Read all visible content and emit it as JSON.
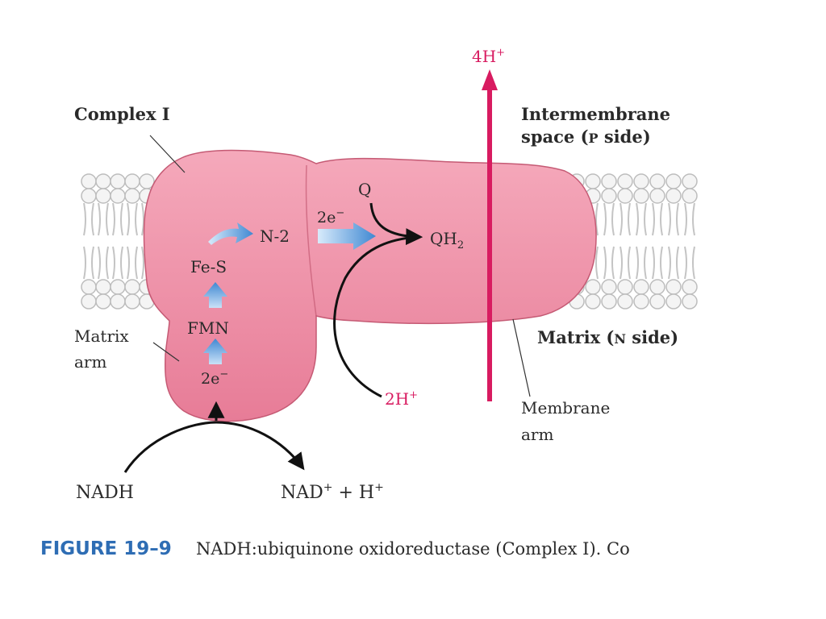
{
  "labels": {
    "complex": "Complex I",
    "intermembrane_line1": "Intermembrane",
    "intermembrane_line2": "space (",
    "intermembrane_p": "P",
    "intermembrane_end": " side)",
    "matrix_n_prefix": "Matrix (",
    "matrix_n_letter": "N",
    "matrix_n_suffix": " side)",
    "matrix_arm_line1": "Matrix",
    "matrix_arm_line2": "arm",
    "membrane_arm_line1": "Membrane",
    "membrane_arm_line2": "arm",
    "proton_out": "4H",
    "proton_out_sup": "+",
    "proton_in": "2H",
    "proton_in_sup": "+",
    "q": "Q",
    "qh2": "QH",
    "qh2_sub": "2",
    "n2": "N-2",
    "electrons_top": "2e",
    "electrons_top_sup": "−",
    "electrons_bottom": "2e",
    "electrons_bottom_sup": "−",
    "fes": "Fe-S",
    "fmn": "FMN",
    "nadh": "NADH",
    "nad_plus": "NAD",
    "nad_plus_sup": "+",
    "plus_h": " + H",
    "plus_h_sup": "+"
  },
  "caption": {
    "label": "FIGURE 19–9",
    "text": "NADH:ubiquinone oxidoreductase (Complex I). Co"
  },
  "colors": {
    "protein": "#ef8fa6",
    "protein_outline": "#c55a74",
    "membrane_lipid": "#c7c7c7",
    "proton_arrow": "#d81b60",
    "electron_arrow": "#4d94d8",
    "caption_label": "#2e6db4"
  }
}
